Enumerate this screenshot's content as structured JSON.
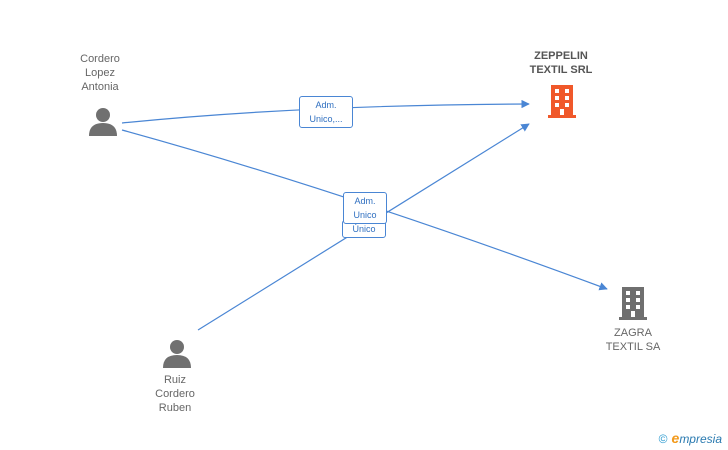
{
  "nodes": {
    "person1": {
      "lines": [
        "Cordero",
        "Lopez",
        "Antonia"
      ],
      "icon": "person-icon"
    },
    "person2": {
      "lines": [
        "Ruiz",
        "Cordero",
        "Ruben"
      ],
      "icon": "person-icon"
    },
    "company1": {
      "lines": [
        "ZEPPELIN",
        "TEXTIL SRL"
      ],
      "icon": "building-icon",
      "color": "#f0582a"
    },
    "company2": {
      "lines": [
        "ZAGRA",
        "TEXTIL SA"
      ],
      "icon": "building-icon",
      "color": "#6f6f6f"
    }
  },
  "edges": {
    "edge1": {
      "lines": [
        "Adm.",
        "Unico,..."
      ]
    },
    "edge2": {
      "lines": [
        "Adm.",
        "Unico"
      ]
    },
    "edge3": {
      "lines": [
        "Único"
      ]
    }
  },
  "colors": {
    "edge": "#4a86d4",
    "person": "#707070"
  },
  "footer": {
    "copyright": "©",
    "brand_initial": "e",
    "brand_rest": "mpresia"
  }
}
